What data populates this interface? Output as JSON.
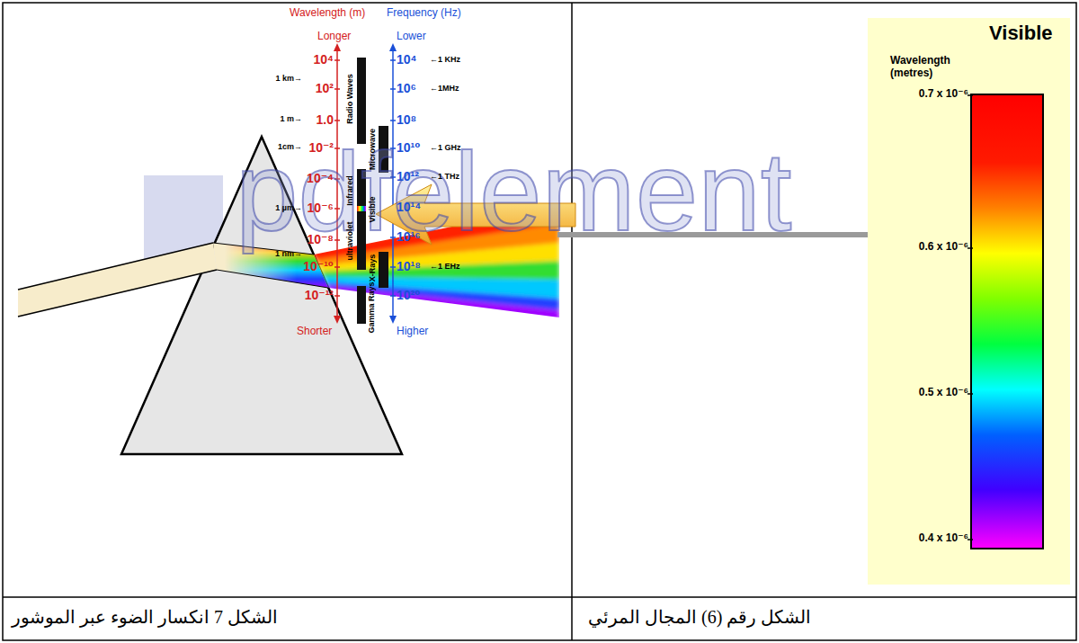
{
  "diagram": {
    "nodes": [
      {
        "text": [
          "Visible",
          "Wavelength (metres)",
          "0.7 x 10⁻⁶",
          "0.6 x 10⁻⁶",
          "0.5 x 10⁻⁶",
          "0.4 x 10⁻⁶"
        ]
      },
      {
        "text": [
          "الشكل رقم (6) المجال المرئي"
        ]
      },
      {
        "text": [
          "الشكل 7 انكسار الضوء عبر الموشور"
        ]
      }
    ],
    "labels": [
      "Wavelength (m)",
      "Frequency (Hz)",
      "Longer",
      "Lower",
      "10⁴",
      "1 km→",
      "10²",
      "1 m→",
      "1.0",
      "1cm→",
      "10⁻²",
      "10⁻⁴",
      "1 µm→",
      "10⁻⁶",
      "10⁻⁸",
      "1 nm→",
      "10⁻¹⁰",
      "10⁻¹²",
      "Shorter",
      "10⁴",
      "←1 KHz",
      "10⁶",
      "←1MHz",
      "10⁸",
      "10¹⁰",
      "←1 GHz",
      "10¹²",
      "←1 THz",
      "10¹⁴",
      "10¹⁶",
      "10¹⁸",
      "←1 EHz",
      "10²⁰",
      "Higher",
      "Radio Waves",
      "Microwave",
      "Infrared",
      "ultraviolet",
      "Visible",
      "X-Rays",
      "Gamma Rays",
      "pdfelement"
    ]
  }
}
